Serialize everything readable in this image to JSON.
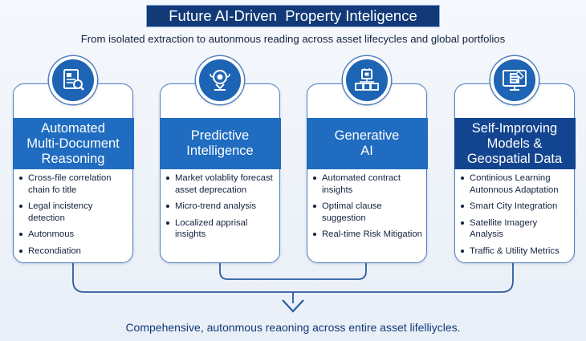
{
  "title": "Future AI-Driven  Property Inteligence",
  "subtitle": "From isolated extraction to autonmous reading across asset lifecycles and global portfolios",
  "cards": [
    {
      "icon": "document-search-icon",
      "header_color": "#1f6cc0",
      "title_lines": [
        "Automated",
        "Multi-Document",
        "Reasoning"
      ],
      "bullets": [
        "Cross-file correlation chain fo title",
        "Legal incistency detection",
        "Autonmous",
        "Recondiation"
      ]
    },
    {
      "icon": "eye-sensor-icon",
      "header_color": "#1f6cc0",
      "title_lines": [
        "Predictive",
        "Intelligence"
      ],
      "bullets": [
        "Market volablity forecast asset deprecation",
        "Micro-trend analysis",
        "Localized apprisal insights"
      ]
    },
    {
      "icon": "chip-nodes-icon",
      "header_color": "#1f6cc0",
      "title_lines": [
        "Generative",
        "AI"
      ],
      "bullets": [
        "Automated contract insights",
        "Optimal clause suggestion",
        "Real-time Risk Mitigation"
      ]
    },
    {
      "icon": "monitor-checklist-icon",
      "header_color": "#13448f",
      "title_lines": [
        "Self-Improving",
        "Models &",
        "Geospatial Data"
      ],
      "bullets": [
        "Continious Learning Autonnous Adaptation",
        "Smart City Integration",
        "Satellite Imagery Analysis",
        "Traffic & Utility Metrics"
      ]
    }
  ],
  "footer": "Compehensive, autonmous reaoning across entire asset lifelliycles."
}
